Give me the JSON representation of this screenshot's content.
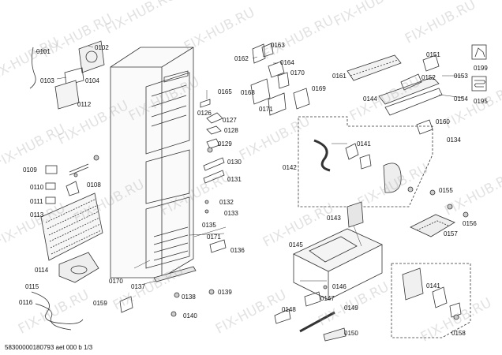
{
  "watermark": "FIX-HUB.RU",
  "footer": "58300000180793 aet 000 b 1/3",
  "labels": {
    "l0101": "0101",
    "l0102": "0102",
    "l0103": "0103",
    "l0104": "0104",
    "l0112": "0112",
    "l0126": "0126",
    "l0127": "0127",
    "l0128": "0128",
    "l0129": "0129",
    "l0130": "0130",
    "l0131": "0131",
    "l0132": "0132",
    "l0133": "0133",
    "l0135": "0135",
    "l0136": "0136",
    "l0137": "0137",
    "l0138": "0138",
    "l0139": "0139",
    "l0140": "0140",
    "l0108": "0108",
    "l0109": "0109",
    "l0110": "0110",
    "l0111": "0111",
    "l0113": "0113",
    "l0114": "0114",
    "l0115": "0115",
    "l0116": "0116",
    "l0159": "0159",
    "l0170a": "0170",
    "l0162": "0162",
    "l0163": "0163",
    "l0164": "0164",
    "l0165": "0165",
    "l0168": "0168",
    "l0169": "0169",
    "l0170b": "0170",
    "l0171a": "0171",
    "l0171b": "0171",
    "l0141a": "0141",
    "l0142": "0142",
    "l0143": "0143",
    "l0145": "0145",
    "l0146": "0146",
    "l0147": "0147",
    "l0148": "0148",
    "l0149": "0149",
    "l0150": "0150",
    "l0155": "0155",
    "l0156": "0156",
    "l0157": "0157",
    "l0158": "0158",
    "l0141b": "0141",
    "l0144": "0144",
    "l0151": "0151",
    "l0152": "0152",
    "l0153": "0153",
    "l0154": "0154",
    "l0160": "0160",
    "l0161": "0161",
    "l0134": "0134",
    "l0199": "0199",
    "l0195": "0195"
  }
}
